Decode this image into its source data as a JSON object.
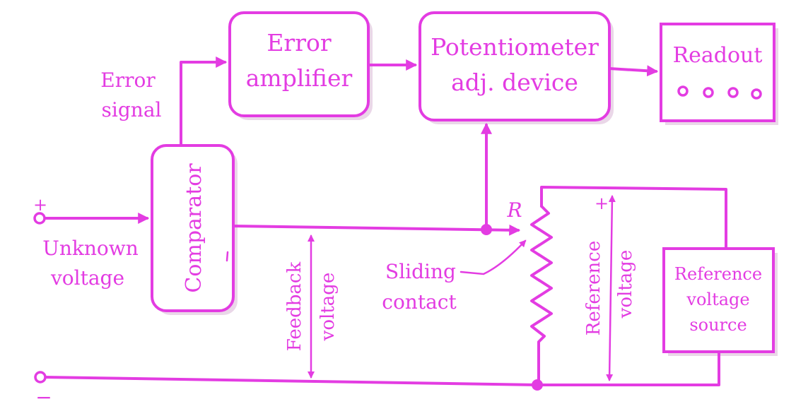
{
  "colors": {
    "ink": "#e33ce2",
    "shadow": "#ead7e8",
    "background": "#ffffff"
  },
  "blocks": {
    "error_amplifier": [
      "Error",
      "amplifier"
    ],
    "potentiometer": [
      "Potentiometer",
      "adj. device"
    ],
    "readout": "Readout",
    "comparator": "Comparator",
    "reference_source": [
      "Reference",
      "voltage",
      "source"
    ]
  },
  "labels": {
    "error_signal": [
      "Error",
      "signal"
    ],
    "unknown_voltage": [
      "Unknown",
      "voltage"
    ],
    "feedback_voltage": [
      "Feedback",
      "voltage"
    ],
    "sliding_contact": [
      "Sliding",
      "contact"
    ],
    "reference_voltage": [
      "Reference",
      "voltage"
    ],
    "resistor": "R",
    "plus_input": "+",
    "minus_input": "−",
    "plus_reference": "+"
  }
}
